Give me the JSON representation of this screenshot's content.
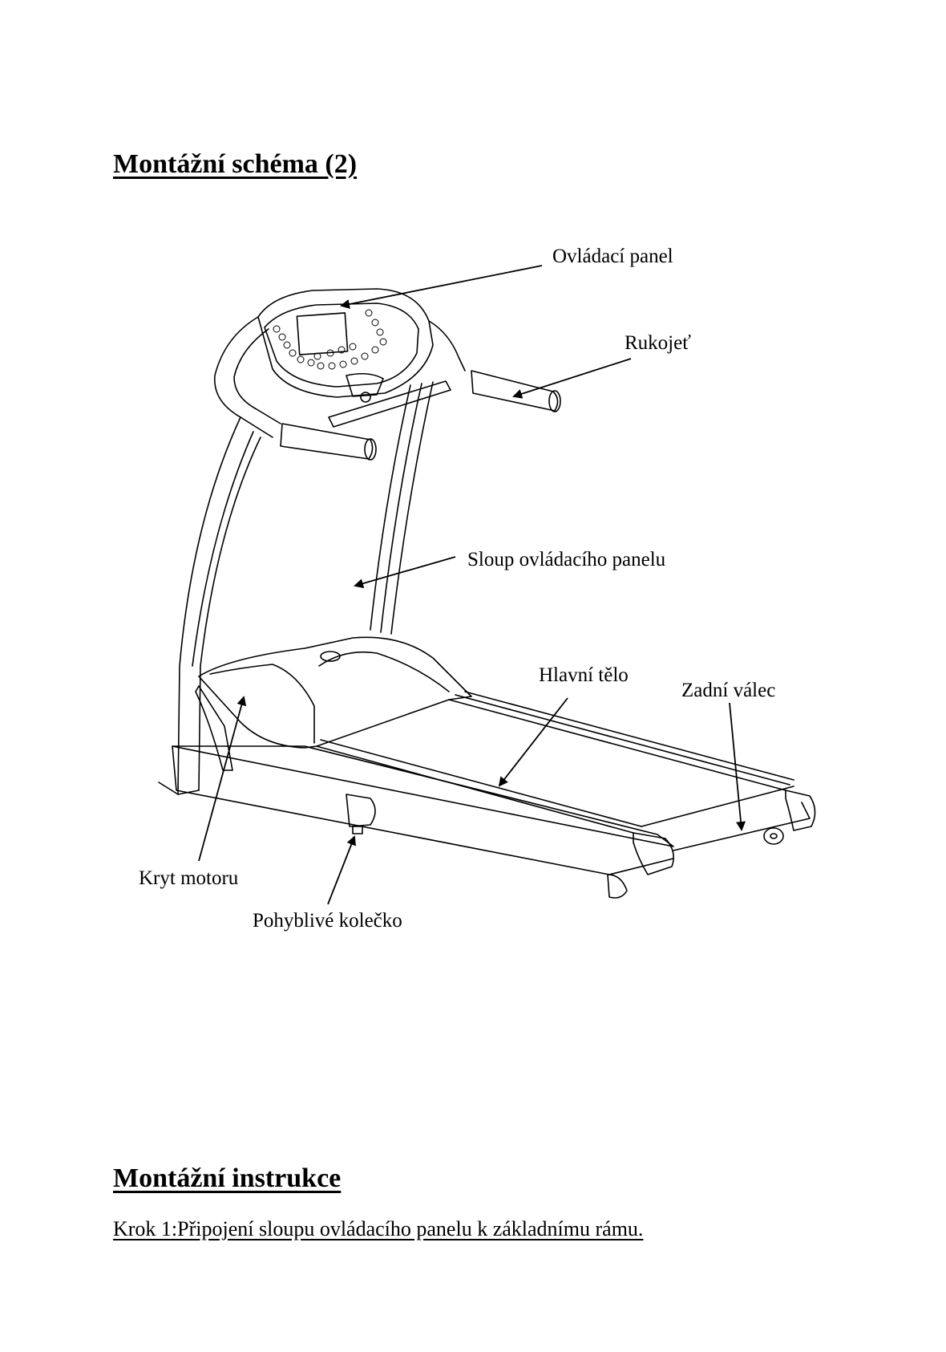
{
  "headings": {
    "diagram": "Montážní schéma (2)",
    "instructions": "Montážní instrukce"
  },
  "step": "Krok 1:Připojení sloupu ovládacího panelu k základnímu rámu.",
  "labels": {
    "control_panel": "Ovládací panel",
    "handle": "Rukojeť",
    "panel_column": "Sloup ovládacího panelu",
    "main_body": "Hlavní tělo",
    "rear_roller": "Zadní válec",
    "motor_cover": "Kryt motoru",
    "wheel": "Pohyblivé kolečko"
  }
}
